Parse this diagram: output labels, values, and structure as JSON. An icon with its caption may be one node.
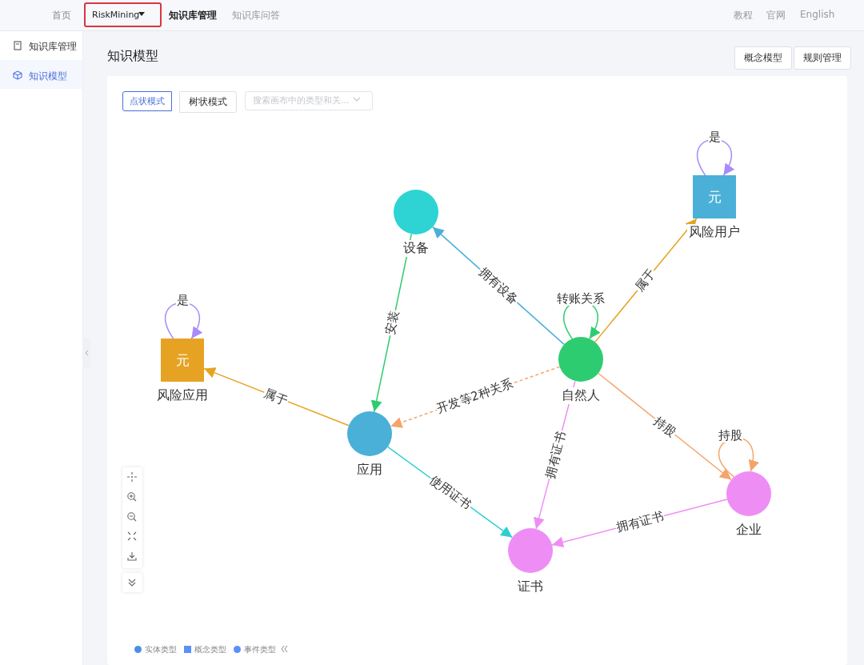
{
  "diagram": {
    "nodes": [
      {
        "text": [
          "设备"
        ]
      },
      {
        "text": [
          "元",
          "风险用户"
        ]
      },
      {
        "text": [
          "元",
          "风险应用"
        ]
      },
      {
        "text": [
          "自然人"
        ]
      },
      {
        "text": [
          "应用"
        ]
      },
      {
        "text": [
          "企业"
        ]
      },
      {
        "text": [
          "证书"
        ]
      }
    ],
    "edges": [
      {
        "from": 3,
        "to": 0,
        "arrow": "to",
        "label": "拥有设备",
        "color": "#4bb0d8"
      },
      {
        "from": 3,
        "to": 3,
        "arrow": "to",
        "label": "转账关系",
        "color": "#2ecc71"
      },
      {
        "from": 3,
        "to": 1,
        "arrow": "to",
        "label": "属于",
        "color": "#e6a323"
      },
      {
        "from": 1,
        "to": 1,
        "arrow": "to",
        "label": "是",
        "color": "#a78bfa"
      },
      {
        "from": 2,
        "to": 2,
        "arrow": "to",
        "label": "是",
        "color": "#a78bfa"
      },
      {
        "from": 0,
        "to": 4,
        "arrow": "to",
        "label": "安装",
        "color": "#2ecc71"
      },
      {
        "from": 4,
        "to": 2,
        "arrow": "to",
        "label": "属于",
        "color": "#e6a323"
      },
      {
        "from": 3,
        "to": 4,
        "arrow": "to",
        "label": "开发等2种关系",
        "style": "dashed",
        "color": "#f4a46a"
      },
      {
        "from": 3,
        "to": 6,
        "arrow": "to",
        "label": "拥有证书",
        "color": "#ee8ef5"
      },
      {
        "from": 3,
        "to": 5,
        "arrow": "to",
        "label": "持股",
        "color": "#f4a46a"
      },
      {
        "from": 5,
        "to": 5,
        "arrow": "to",
        "label": "持股",
        "color": "#f4a46a"
      },
      {
        "from": 4,
        "to": 6,
        "arrow": "to",
        "label": "使用证书",
        "color": "#2ecfcf"
      },
      {
        "from": 5,
        "to": 6,
        "arrow": "to",
        "label": "拥有证书",
        "color": "#ee8ef5"
      }
    ],
    "labels": [
      "首页",
      "RiskMining",
      "知识库管理",
      "知识库问答",
      "教程",
      "官网",
      "English",
      "知识库管理",
      "知识模型",
      "知识模型",
      "概念模型",
      "规则管理",
      "点状模式",
      "树状模式",
      "搜索画布中的类型和关..."
    ],
    "legend": [
      {
        "text": "实体类型",
        "color": "#4a90e2"
      },
      {
        "text": "概念类型",
        "color": "#5b8ff9"
      },
      {
        "text": "事件类型",
        "color": "#5b8ff9"
      }
    ]
  }
}
